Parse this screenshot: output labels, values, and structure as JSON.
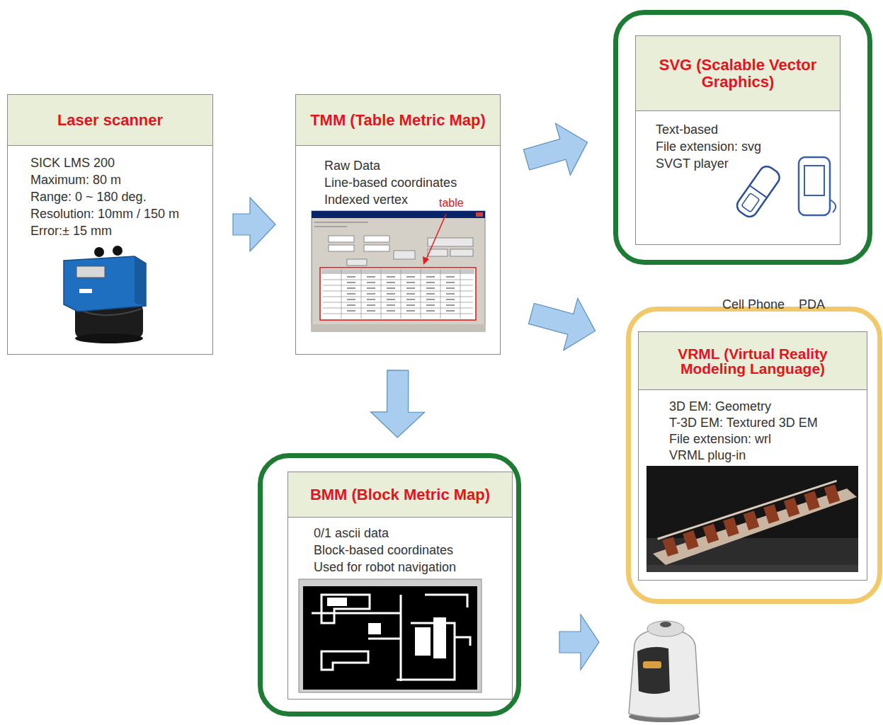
{
  "diagram": {
    "nodes": [
      {
        "text": [
          "Laser scanner",
          "SICK LMS 200",
          "Maximum: 80 m",
          "Range: 0 ~ 180 deg.",
          "Resolution: 10mm / 150 m",
          "Error:± 15 mm"
        ]
      },
      {
        "text": [
          "TMM (Table Metric Map)",
          "Raw Data",
          "Line-based coordinates",
          "Indexed vertex"
        ]
      },
      {
        "text": [
          "SVG (Scalable Vector Graphics)",
          "Text-based",
          "File extension: svg",
          "SVGT player",
          "Cell Phone",
          "PDA"
        ]
      },
      {
        "text": [
          "VRML (Virtual Reality Modeling Language)",
          "3D EM: Geometry",
          "T-3D EM: Textured 3D EM",
          "File extension: wrl",
          "VRML plug-in"
        ]
      },
      {
        "text": [
          "BMM (Block Metric Map)",
          "0/1 ascii data",
          "Block-based coordinates",
          "Used for robot navigation"
        ]
      }
    ],
    "edges": [
      {
        "from": 0,
        "to": 1,
        "arrow": "to"
      },
      {
        "from": 1,
        "to": 2,
        "arrow": "to"
      },
      {
        "from": 1,
        "to": 3,
        "arrow": "to"
      },
      {
        "from": 1,
        "to": 4,
        "arrow": "to"
      }
    ],
    "labels": [
      "table"
    ]
  }
}
